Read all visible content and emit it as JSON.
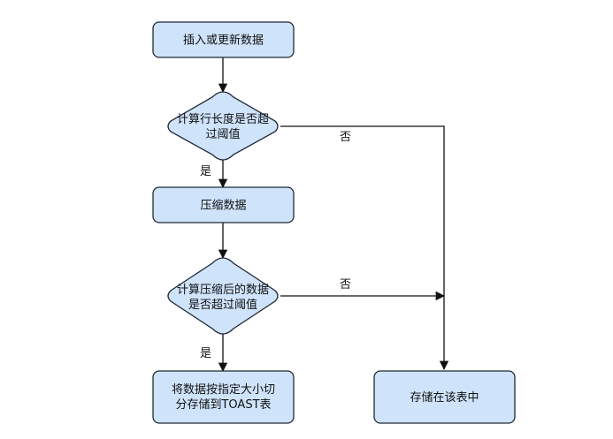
{
  "colors": {
    "node_fill": "#cfe3fb",
    "node_stroke": "#1f2a36",
    "edge": "#111111",
    "background": "#ffffff"
  },
  "nodes": {
    "insert": [
      "插入或更新数据"
    ],
    "check_row_length": [
      "计算行长度是否超",
      "过阈值"
    ],
    "compress": [
      "压缩数据"
    ],
    "check_compressed": [
      "计算压缩后的数据",
      "是否超过阈值"
    ],
    "toast": [
      "将数据按指定大小切",
      "分存储到TOAST表"
    ],
    "store_in_table": [
      "存储在该表中"
    ]
  },
  "edge_labels": {
    "yes_1": "是",
    "no_1": "否",
    "yes_2": "是",
    "no_2": "否"
  }
}
